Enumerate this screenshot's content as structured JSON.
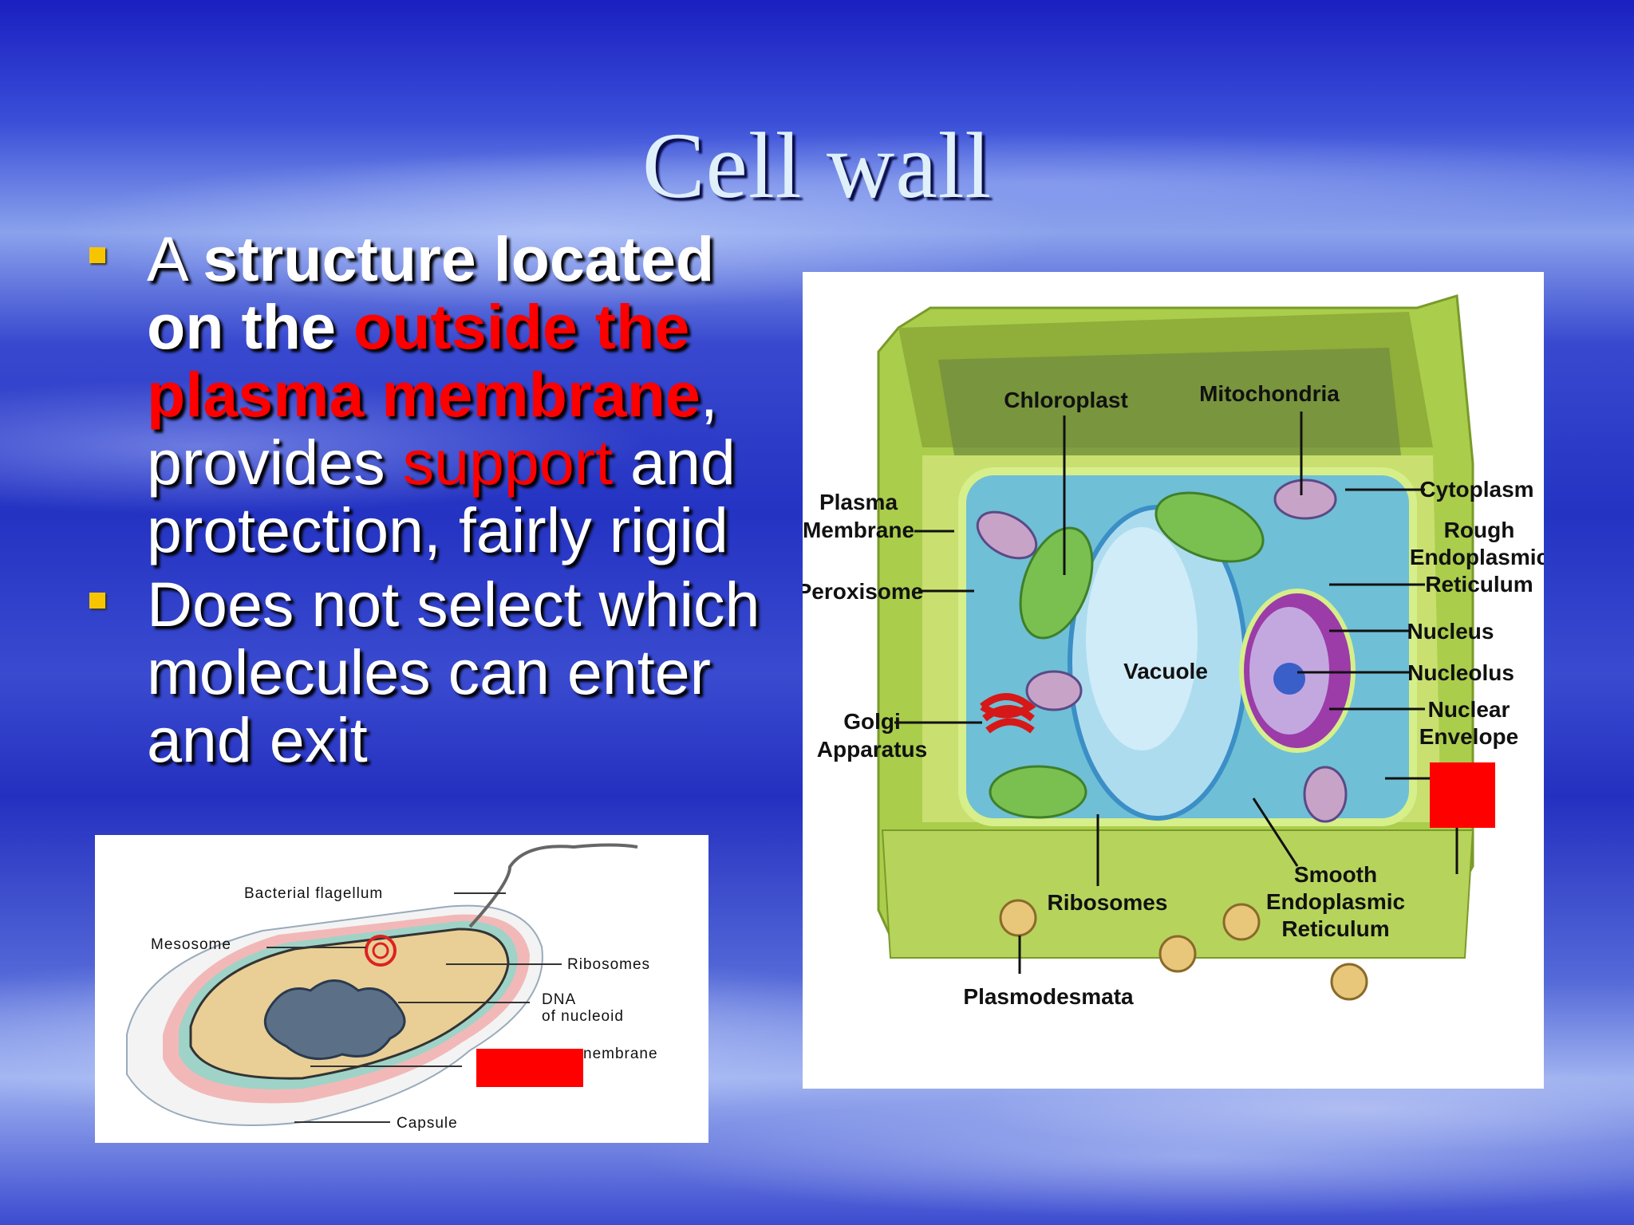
{
  "title": "Cell wall",
  "bullets": [
    {
      "parts": [
        {
          "text": "A ",
          "bold": false,
          "red": false
        },
        {
          "text": "structure located on the ",
          "bold": true,
          "red": false
        },
        {
          "text": "outside the plasma membrane",
          "bold": true,
          "red": true
        },
        {
          "text": ", provides ",
          "bold": false,
          "red": false
        },
        {
          "text": "support",
          "bold": false,
          "red": true
        },
        {
          "text": " and protection, fairly rigid",
          "bold": false,
          "red": false
        }
      ]
    },
    {
      "parts": [
        {
          "text": "Does not select which molecules can enter and exit",
          "bold": false,
          "red": false
        }
      ]
    }
  ],
  "plant_cell": {
    "labels": {
      "chloroplast": "Chloroplast",
      "mitochondria": "Mitochondria",
      "plasma_membrane_1": "Plasma",
      "plasma_membrane_2": "Membrane",
      "peroxisome": "Peroxisome",
      "golgi_1": "Golgi",
      "golgi_2": "Apparatus",
      "vacuole": "Vacuole",
      "ribosomes": "Ribosomes",
      "plasmodesmata": "Plasmodesmata",
      "cytoplasm": "Cytoplasm",
      "rough_er_1": "Rough",
      "rough_er_2": "Endoplasmic",
      "rough_er_3": "Reticulum",
      "nucleus": "Nucleus",
      "nucleolus": "Nucleolus",
      "nuclear_envelope_1": "Nuclear",
      "nuclear_envelope_2": "Envelope",
      "smooth_er_1": "Smooth",
      "smooth_er_2": "Endoplasmic",
      "smooth_er_3": "Reticulum"
    }
  },
  "bacterium": {
    "labels": {
      "flagellum": "Bacterial flagellum",
      "mesosome": "Mesosome",
      "ribosomes": "Ribosomes",
      "dna_1": "DNA",
      "dna_2": "of nucleoid",
      "membrane": "nembrane",
      "capsule": "Capsule"
    }
  },
  "colors": {
    "bullet_marker": "#f7c500",
    "highlight_red": "#ff0000",
    "title_text": "#dff0fb",
    "cell_wall_green": "#b5d45a"
  }
}
